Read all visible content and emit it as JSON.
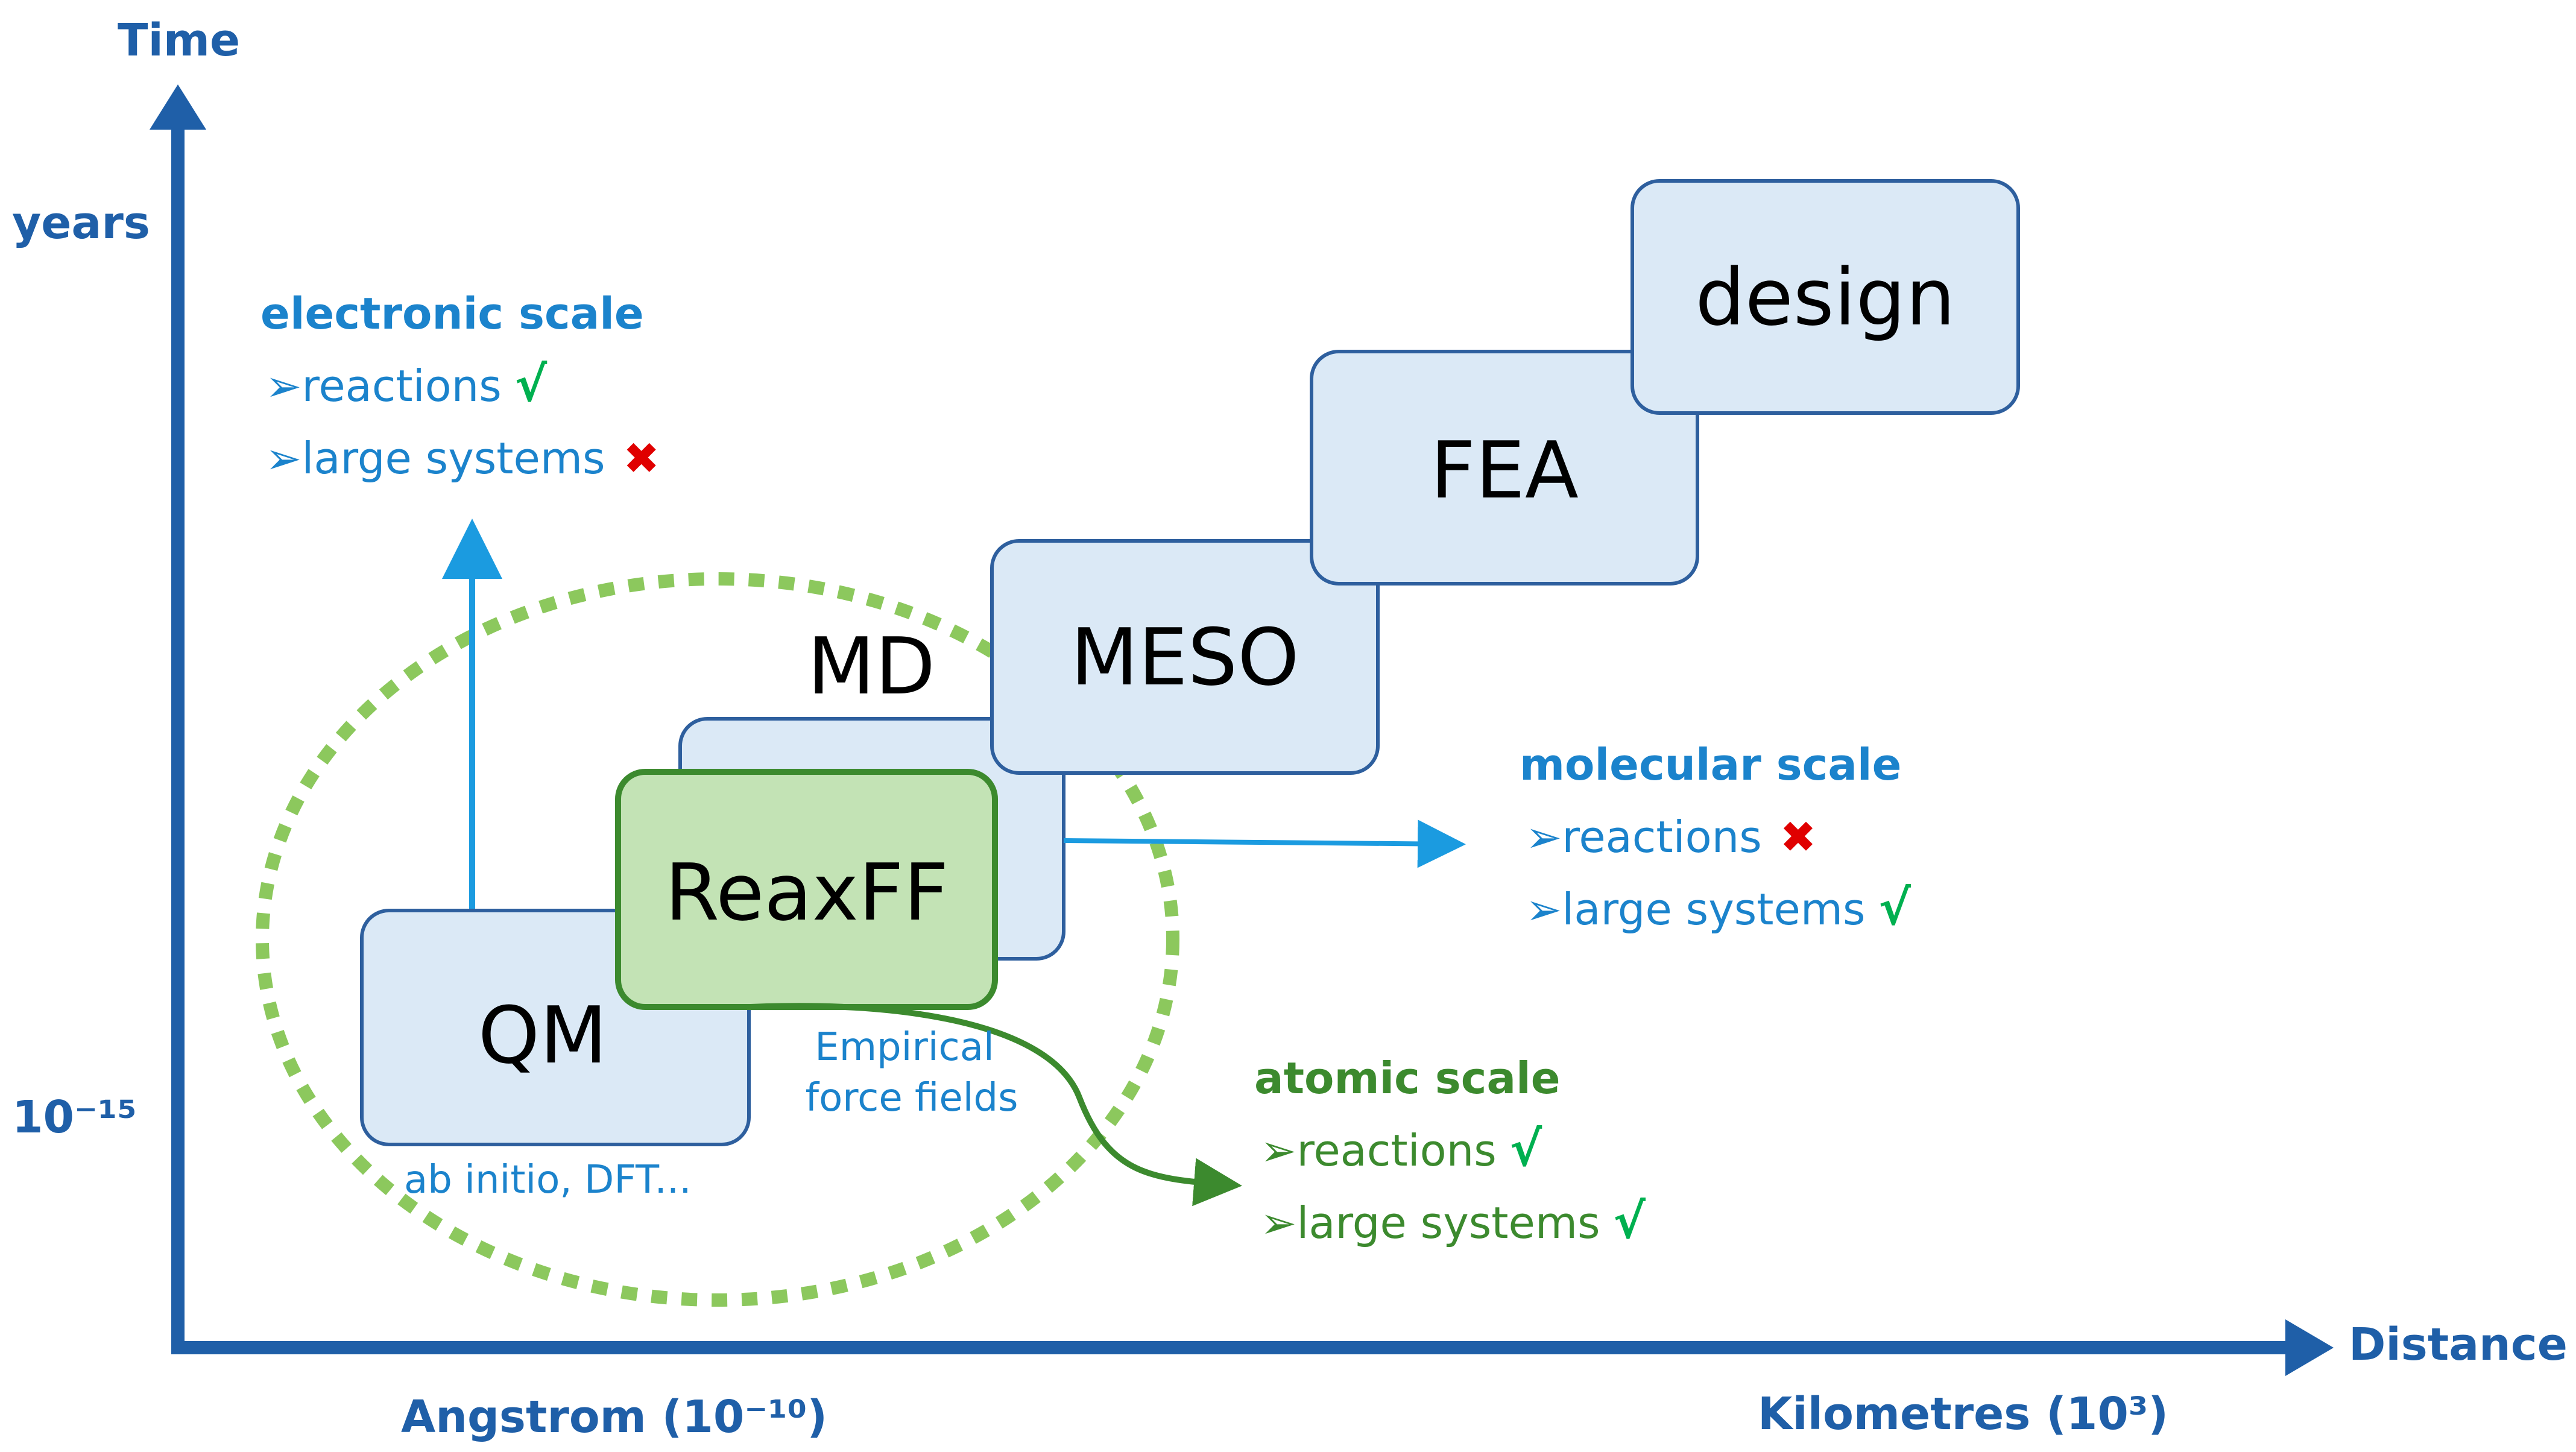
{
  "axes": {
    "y_title": "Time",
    "y_top": "years",
    "y_bottom": "10⁻¹⁵",
    "x_title": "Distance",
    "x_left": "Angstrom (10⁻¹⁰)",
    "x_right": "Kilometres (10³)"
  },
  "boxes": {
    "qm": "QM",
    "md": "MD",
    "reaxff": "ReaxFF",
    "meso": "MESO",
    "fea": "FEA",
    "design": "design"
  },
  "notes": {
    "qm_methods": "ab initio, DFT...",
    "empirical_line1": "Empirical",
    "empirical_line2": "force fields"
  },
  "scales": {
    "electronic": {
      "title": "electronic scale",
      "reactions": "➢reactions",
      "reactions_mark": "√",
      "large": "➢large systems",
      "large_mark": "✖"
    },
    "molecular": {
      "title": "molecular scale",
      "reactions": "➢reactions",
      "reactions_mark": "✖",
      "large": "➢large systems",
      "large_mark": "√"
    },
    "atomic": {
      "title": "atomic scale",
      "reactions": "➢reactions",
      "reactions_mark": "√",
      "large": "➢large systems",
      "large_mark": "√"
    }
  },
  "colors": {
    "axis": "#1f5fa8",
    "box_fill": "#dbe9f6",
    "box_stroke": "#2e5f9e",
    "reax_fill": "#c3e3b5",
    "reax_stroke": "#3c8a2e",
    "ellipse": "#8cc85d",
    "blue_text": "#1b83cc",
    "green_text": "#3c8a2e",
    "check": "#00b050",
    "cross": "#e00000"
  }
}
